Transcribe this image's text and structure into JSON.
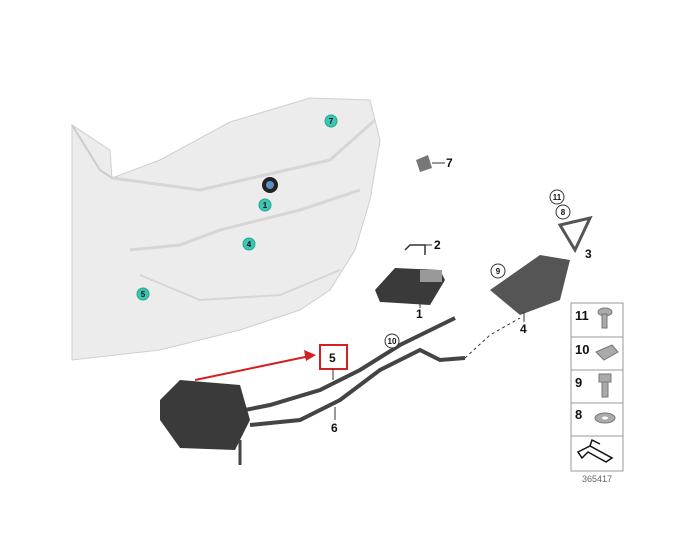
{
  "diagram": {
    "callouts": {
      "c7": "7",
      "c1": "1",
      "c4": "4",
      "c5": "5"
    },
    "labels": {
      "clip7": "7",
      "bracket2": "2",
      "switch1": "1",
      "part9": "9",
      "part11": "11",
      "part8": "8",
      "part3": "3",
      "part4": "4",
      "part10": "10",
      "part5": "5",
      "part6": "6"
    },
    "legend": [
      {
        "num": "11",
        "part": "screw"
      },
      {
        "num": "10",
        "part": "clip"
      },
      {
        "num": "9",
        "part": "bolt"
      },
      {
        "num": "8",
        "part": "washer"
      }
    ],
    "diagram_number": "365417",
    "highlight_color": "#d42020",
    "callout_color": "#3cc4b4"
  }
}
